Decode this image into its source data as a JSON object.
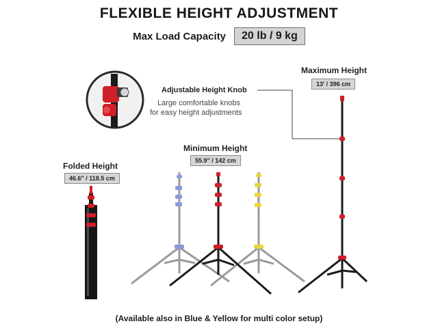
{
  "header": {
    "title": "FLEXIBLE HEIGHT ADJUSTMENT",
    "load_label": "Max Load Capacity",
    "load_value": "20 lb / 9 kg"
  },
  "knob": {
    "title": "Adjustable Height Knob",
    "desc_line1": "Large comfortable knobs",
    "desc_line2": "for easy height adjustments"
  },
  "stands": {
    "folded": {
      "title": "Folded Height",
      "measure": "46.6\" / 118.5 cm"
    },
    "minimum": {
      "title": "Minimum Height",
      "measure": "55.9\" / 142 cm"
    },
    "maximum": {
      "title": "Maximum Height",
      "measure": "13' / 396 cm"
    }
  },
  "footer": {
    "note": "(Available also in Blue & Yellow for multi color setup)"
  },
  "colors": {
    "accent_red": "#d0202a",
    "blue": "#8c9ad8",
    "yellow": "#e8d640",
    "stand_black": "#1b1b1b",
    "stand_gray": "#8e8e8e"
  }
}
